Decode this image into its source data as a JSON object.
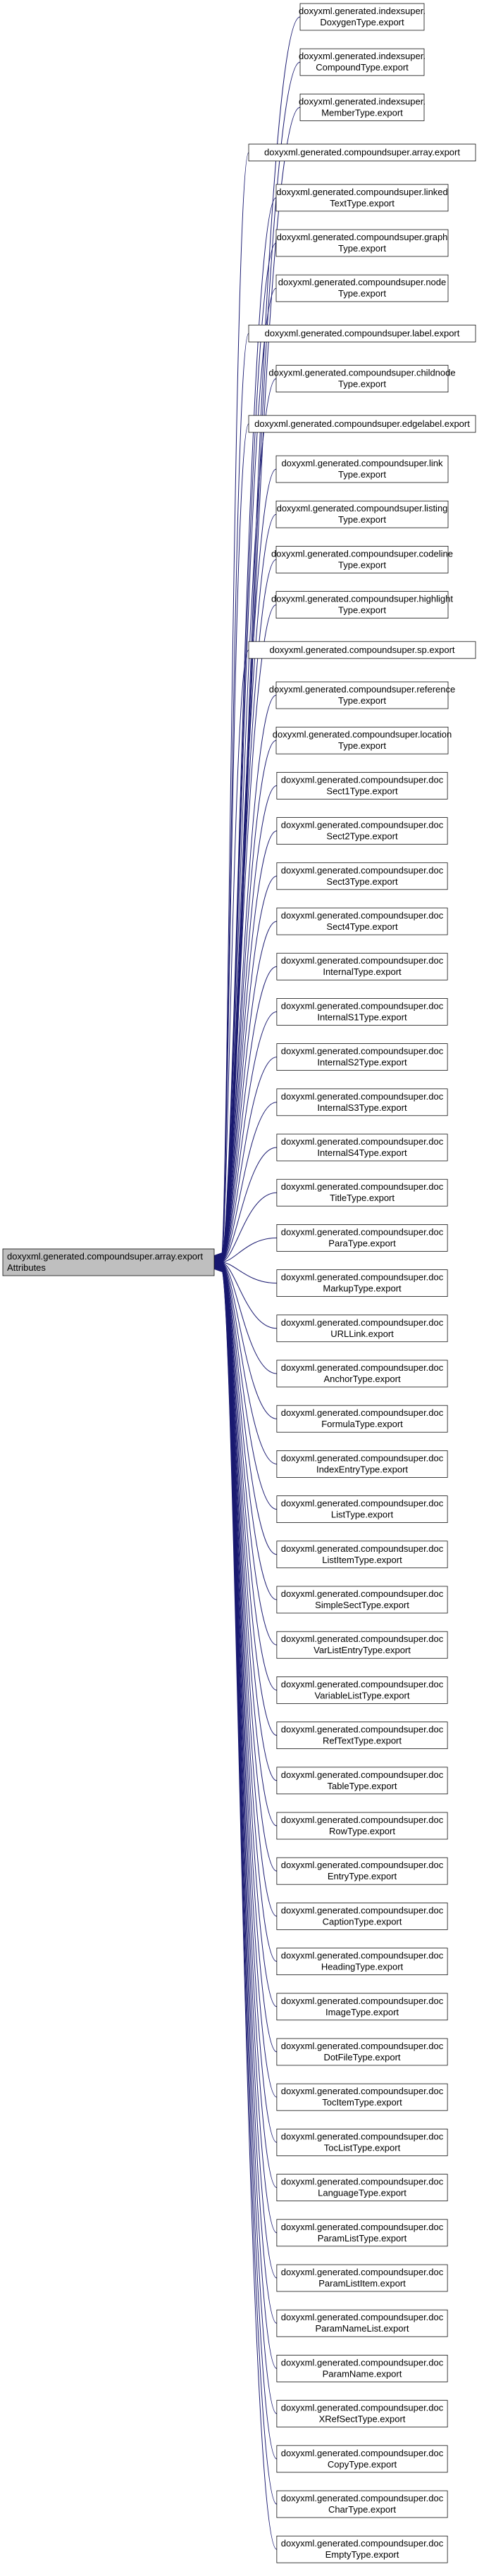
{
  "root": {
    "lines": [
      "doxyxml.generated.compoundsuper.array.export",
      "Attributes"
    ]
  },
  "nodes": [
    {
      "lines": [
        "doxyxml.generated.indexsuper.",
        "DoxygenType.export"
      ]
    },
    {
      "lines": [
        "doxyxml.generated.indexsuper.",
        "CompoundType.export"
      ]
    },
    {
      "lines": [
        "doxyxml.generated.indexsuper.",
        "MemberType.export"
      ]
    },
    {
      "lines": [
        "doxyxml.generated.compoundsuper.array.export"
      ]
    },
    {
      "lines": [
        "doxyxml.generated.compoundsuper.linked",
        "TextType.export"
      ]
    },
    {
      "lines": [
        "doxyxml.generated.compoundsuper.graph",
        "Type.export"
      ]
    },
    {
      "lines": [
        "doxyxml.generated.compoundsuper.node",
        "Type.export"
      ]
    },
    {
      "lines": [
        "doxyxml.generated.compoundsuper.label.export"
      ]
    },
    {
      "lines": [
        "doxyxml.generated.compoundsuper.childnode",
        "Type.export"
      ]
    },
    {
      "lines": [
        "doxyxml.generated.compoundsuper.edgelabel.export"
      ]
    },
    {
      "lines": [
        "doxyxml.generated.compoundsuper.link",
        "Type.export"
      ]
    },
    {
      "lines": [
        "doxyxml.generated.compoundsuper.listing",
        "Type.export"
      ]
    },
    {
      "lines": [
        "doxyxml.generated.compoundsuper.codeline",
        "Type.export"
      ]
    },
    {
      "lines": [
        "doxyxml.generated.compoundsuper.highlight",
        "Type.export"
      ]
    },
    {
      "lines": [
        "doxyxml.generated.compoundsuper.sp.export"
      ]
    },
    {
      "lines": [
        "doxyxml.generated.compoundsuper.reference",
        "Type.export"
      ]
    },
    {
      "lines": [
        "doxyxml.generated.compoundsuper.location",
        "Type.export"
      ]
    },
    {
      "lines": [
        "doxyxml.generated.compoundsuper.doc",
        "Sect1Type.export"
      ]
    },
    {
      "lines": [
        "doxyxml.generated.compoundsuper.doc",
        "Sect2Type.export"
      ]
    },
    {
      "lines": [
        "doxyxml.generated.compoundsuper.doc",
        "Sect3Type.export"
      ]
    },
    {
      "lines": [
        "doxyxml.generated.compoundsuper.doc",
        "Sect4Type.export"
      ]
    },
    {
      "lines": [
        "doxyxml.generated.compoundsuper.doc",
        "InternalType.export"
      ]
    },
    {
      "lines": [
        "doxyxml.generated.compoundsuper.doc",
        "InternalS1Type.export"
      ]
    },
    {
      "lines": [
        "doxyxml.generated.compoundsuper.doc",
        "InternalS2Type.export"
      ]
    },
    {
      "lines": [
        "doxyxml.generated.compoundsuper.doc",
        "InternalS3Type.export"
      ]
    },
    {
      "lines": [
        "doxyxml.generated.compoundsuper.doc",
        "InternalS4Type.export"
      ]
    },
    {
      "lines": [
        "doxyxml.generated.compoundsuper.doc",
        "TitleType.export"
      ]
    },
    {
      "lines": [
        "doxyxml.generated.compoundsuper.doc",
        "ParaType.export"
      ]
    },
    {
      "lines": [
        "doxyxml.generated.compoundsuper.doc",
        "MarkupType.export"
      ]
    },
    {
      "lines": [
        "doxyxml.generated.compoundsuper.doc",
        "URLLink.export"
      ]
    },
    {
      "lines": [
        "doxyxml.generated.compoundsuper.doc",
        "AnchorType.export"
      ]
    },
    {
      "lines": [
        "doxyxml.generated.compoundsuper.doc",
        "FormulaType.export"
      ]
    },
    {
      "lines": [
        "doxyxml.generated.compoundsuper.doc",
        "IndexEntryType.export"
      ]
    },
    {
      "lines": [
        "doxyxml.generated.compoundsuper.doc",
        "ListType.export"
      ]
    },
    {
      "lines": [
        "doxyxml.generated.compoundsuper.doc",
        "ListItemType.export"
      ]
    },
    {
      "lines": [
        "doxyxml.generated.compoundsuper.doc",
        "SimpleSectType.export"
      ]
    },
    {
      "lines": [
        "doxyxml.generated.compoundsuper.doc",
        "VarListEntryType.export"
      ]
    },
    {
      "lines": [
        "doxyxml.generated.compoundsuper.doc",
        "VariableListType.export"
      ]
    },
    {
      "lines": [
        "doxyxml.generated.compoundsuper.doc",
        "RefTextType.export"
      ]
    },
    {
      "lines": [
        "doxyxml.generated.compoundsuper.doc",
        "TableType.export"
      ]
    },
    {
      "lines": [
        "doxyxml.generated.compoundsuper.doc",
        "RowType.export"
      ]
    },
    {
      "lines": [
        "doxyxml.generated.compoundsuper.doc",
        "EntryType.export"
      ]
    },
    {
      "lines": [
        "doxyxml.generated.compoundsuper.doc",
        "CaptionType.export"
      ]
    },
    {
      "lines": [
        "doxyxml.generated.compoundsuper.doc",
        "HeadingType.export"
      ]
    },
    {
      "lines": [
        "doxyxml.generated.compoundsuper.doc",
        "ImageType.export"
      ]
    },
    {
      "lines": [
        "doxyxml.generated.compoundsuper.doc",
        "DotFileType.export"
      ]
    },
    {
      "lines": [
        "doxyxml.generated.compoundsuper.doc",
        "TocItemType.export"
      ]
    },
    {
      "lines": [
        "doxyxml.generated.compoundsuper.doc",
        "TocListType.export"
      ]
    },
    {
      "lines": [
        "doxyxml.generated.compoundsuper.doc",
        "LanguageType.export"
      ]
    },
    {
      "lines": [
        "doxyxml.generated.compoundsuper.doc",
        "ParamListType.export"
      ]
    },
    {
      "lines": [
        "doxyxml.generated.compoundsuper.doc",
        "ParamListItem.export"
      ]
    },
    {
      "lines": [
        "doxyxml.generated.compoundsuper.doc",
        "ParamNameList.export"
      ]
    },
    {
      "lines": [
        "doxyxml.generated.compoundsuper.doc",
        "ParamName.export"
      ]
    },
    {
      "lines": [
        "doxyxml.generated.compoundsuper.doc",
        "XRefSectType.export"
      ]
    },
    {
      "lines": [
        "doxyxml.generated.compoundsuper.doc",
        "CopyType.export"
      ]
    },
    {
      "lines": [
        "doxyxml.generated.compoundsuper.doc",
        "CharType.export"
      ]
    },
    {
      "lines": [
        "doxyxml.generated.compoundsuper.doc",
        "EmptyType.export"
      ]
    }
  ],
  "colors": {
    "edge": "#191970",
    "root_fill": "#bfbfbf",
    "node_fill": "#ffffff",
    "border": "#000000"
  }
}
